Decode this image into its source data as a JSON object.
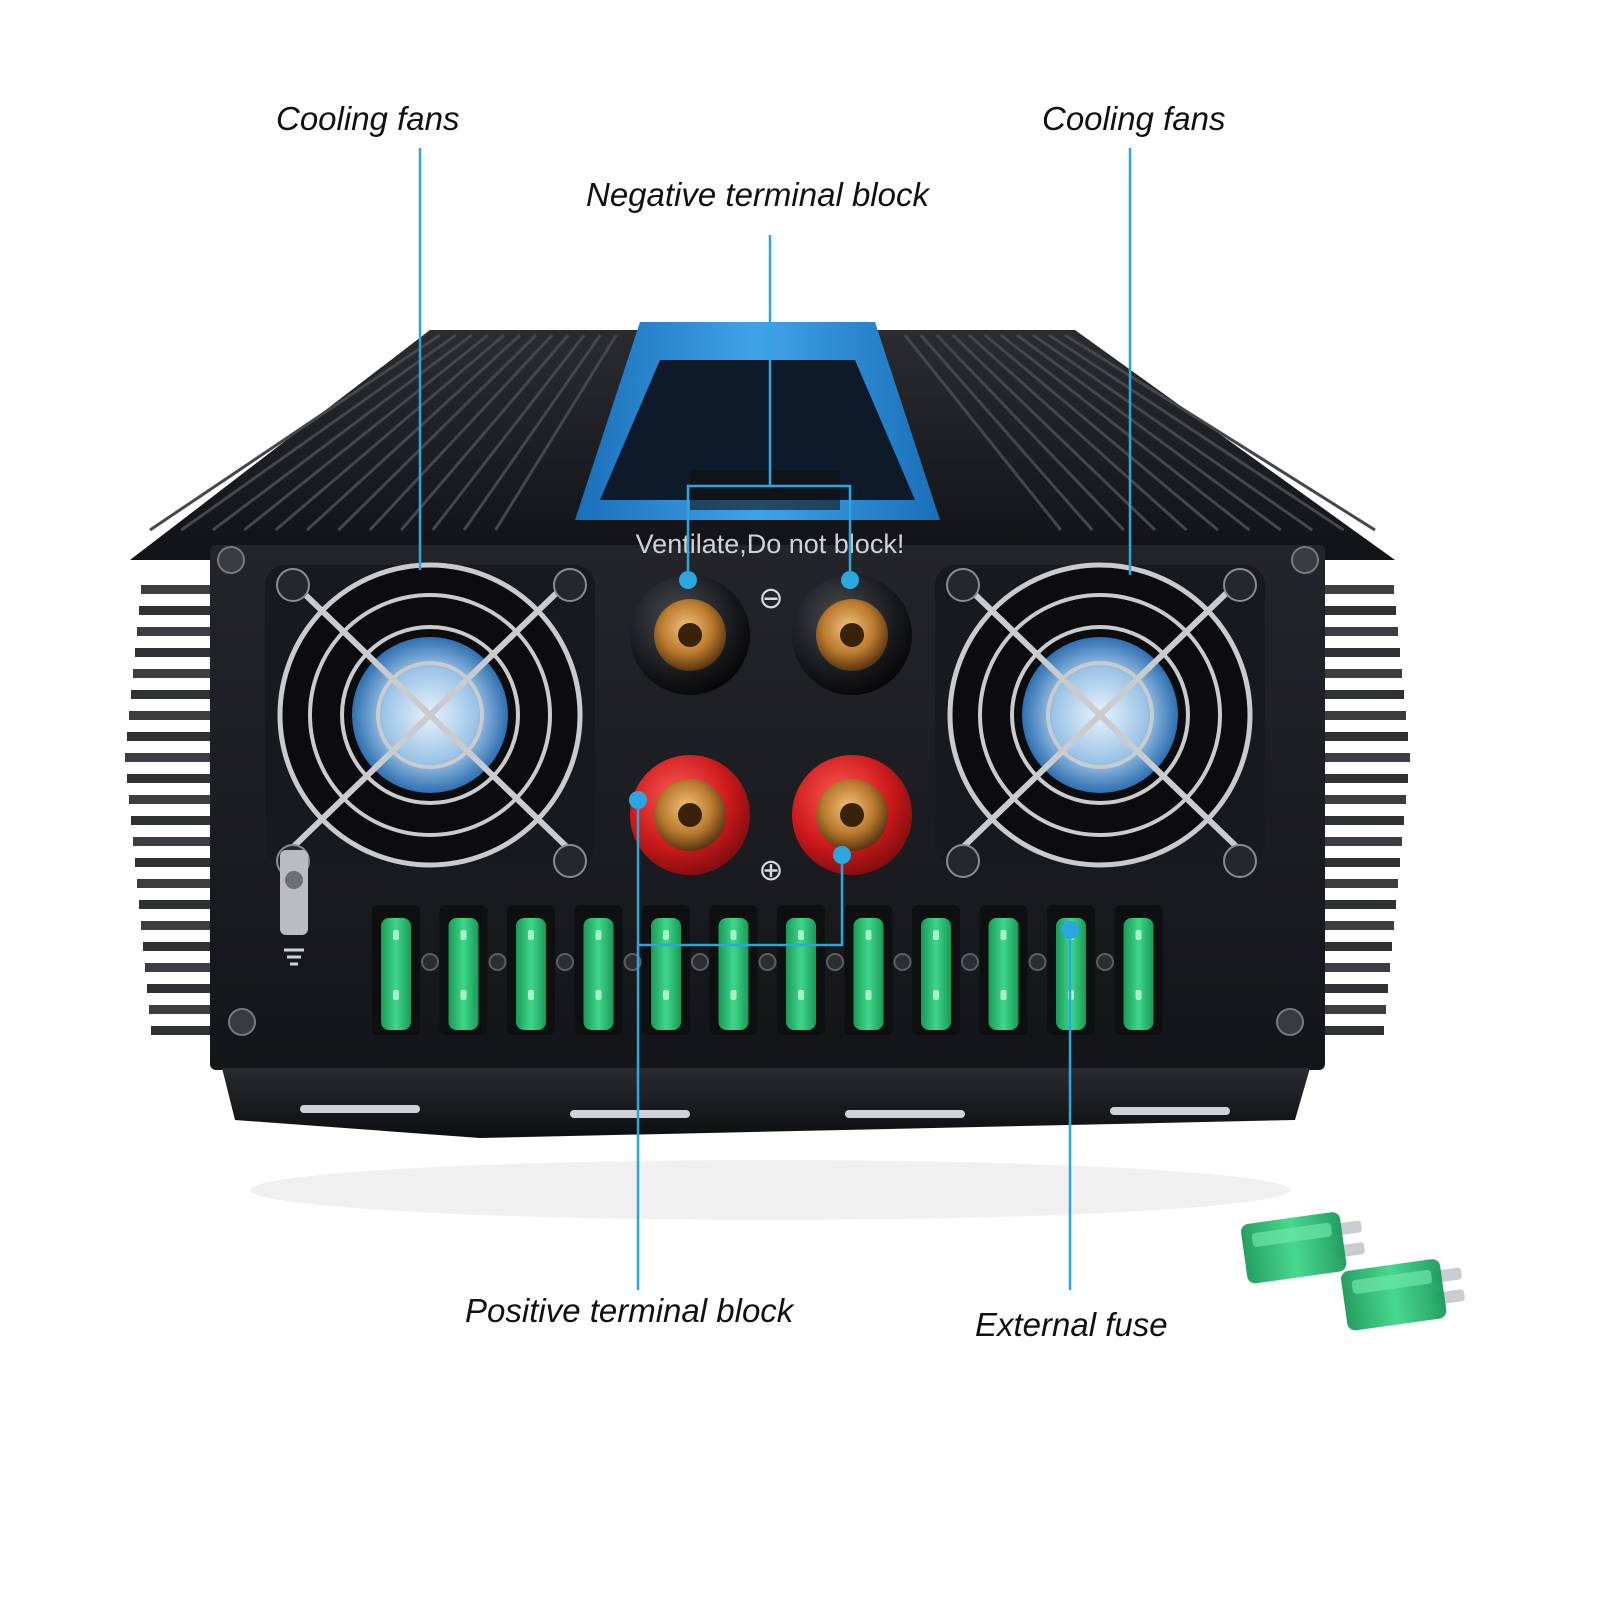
{
  "callouts": {
    "cooling_fans_left": "Cooling fans",
    "cooling_fans_right": "Cooling fans",
    "negative_terminal": "Negative terminal block",
    "positive_terminal": "Positive terminal block",
    "external_fuse": "External fuse"
  },
  "panel": {
    "vent_label": "Ventilate,Do not block!",
    "negative_symbol": "⊖",
    "positive_symbol": "⊕"
  },
  "colors": {
    "leader": "#2ba6de",
    "body": "#1c1d20",
    "fins": "#2b2d31",
    "terminal_red": "#c8161b",
    "fuse_green": "#27b36a",
    "brass": "#c98a3c"
  },
  "fuse_count": 12
}
